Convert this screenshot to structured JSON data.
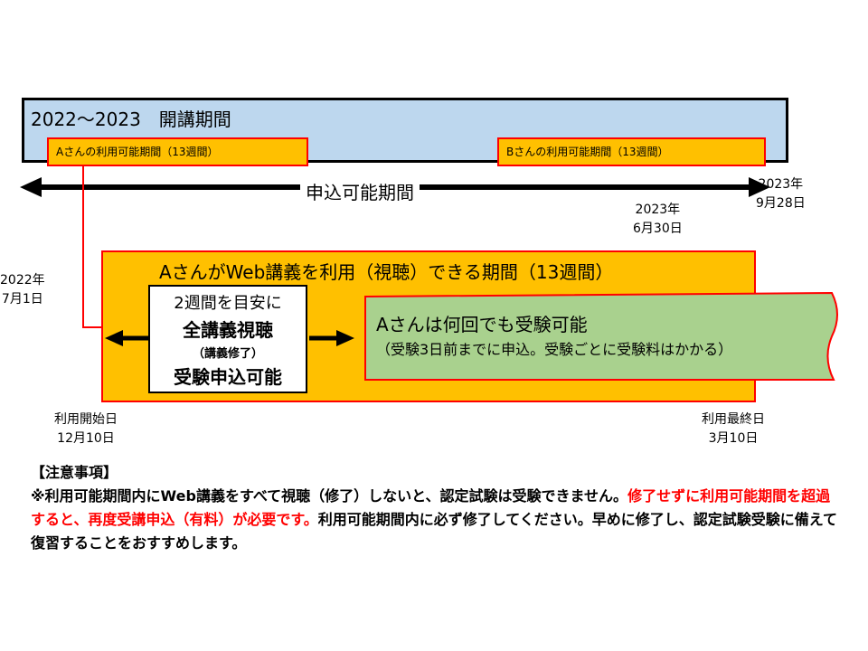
{
  "course": {
    "title": "2022～2023　開講期間",
    "period_a_label": "Aさんの利用可能期間（13週間）",
    "period_b_label": "Bさんの利用可能期間（13週間）"
  },
  "application": {
    "label": "申込可能期間",
    "end_date_year": "2023年",
    "end_date_day": "6月30日",
    "final_date_year": "2023年",
    "final_date_day": "9月28日",
    "start_date_year": "2022年",
    "start_date_day": "7月1日"
  },
  "usage": {
    "title": "AさんがWeb講義を利用（視聴）できる期間（13週間）",
    "guide_line1": "2週間を目安に",
    "guide_line2": "全講義視聴",
    "guide_line3": "（講義修了）",
    "guide_line4": "受験申込可能",
    "exam_line1": "Aさんは何回でも受験可能",
    "exam_line2": "（受験3日前までに申込。受験ごとに受験料はかかる）",
    "start_label": "利用開始日",
    "start_date": "12月10日",
    "end_label": "利用最終日",
    "end_date": "3月10日"
  },
  "notice": {
    "title": "【注意事項】",
    "part1": "※利用可能期間内にWeb講義をすべて視聴（修了）しないと、認定試験は受験できません。",
    "part2_red": "修了せずに利用可能期間を超過すると、再度受講申込（有料）が必要です。",
    "part3": "利用可能期間内に必ず修了してください。早めに修了し、認定試験受験に備えて復習することをおすすめします。"
  },
  "colors": {
    "course_bg": "#bdd7ee",
    "period_fill": "#ffc000",
    "period_border": "#ff0000",
    "exam_fill": "#a9d18e",
    "notice_red": "#ff0000"
  }
}
